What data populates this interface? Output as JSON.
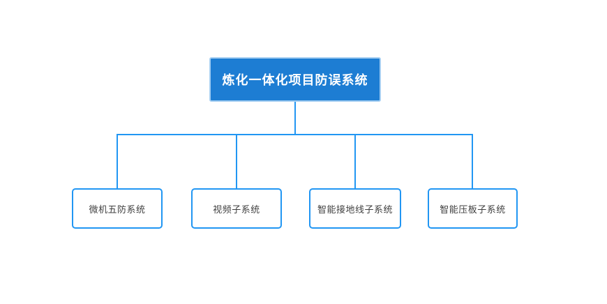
{
  "diagram": {
    "root": {
      "label": "炼化一体化项目防误系统"
    },
    "children": [
      {
        "label": "微机五防系统"
      },
      {
        "label": "视频子系统"
      },
      {
        "label": "智能接地线子系统"
      },
      {
        "label": "智能压板子系统"
      }
    ],
    "colors": {
      "background": "#ffffff",
      "connector": "#2196f3",
      "root_fill": "#1d7dd3",
      "root_halo": "#a6cff2",
      "root_text": "#ffffff",
      "child_border": "#2196f3",
      "child_fill": "#ffffff",
      "child_text": "#3f3f3f"
    }
  }
}
